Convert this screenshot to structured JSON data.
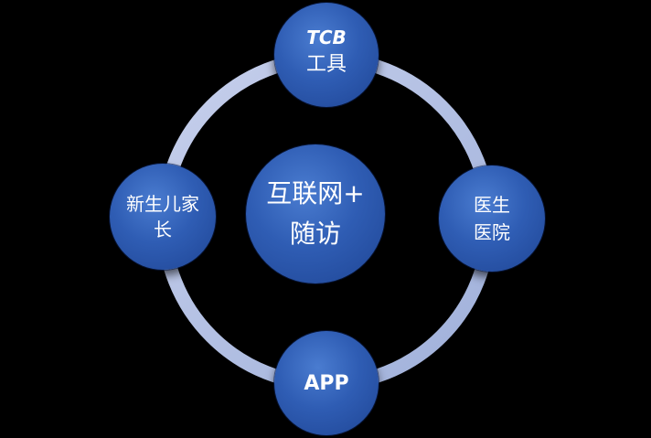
{
  "diagram": {
    "center": {
      "line1": "互联网+",
      "line2": "随访"
    },
    "top": {
      "line1": "TCB",
      "line2": "工具"
    },
    "left": {
      "line1": "新生儿家",
      "line2": "长"
    },
    "right": {
      "line1": "医生",
      "line2": "医院"
    },
    "bottom": {
      "line1": "APP"
    }
  },
  "colors": {
    "background": "#000000",
    "node_fill": "#2f5db4",
    "ring": "#b9c4e4",
    "text": "#ffffff"
  }
}
